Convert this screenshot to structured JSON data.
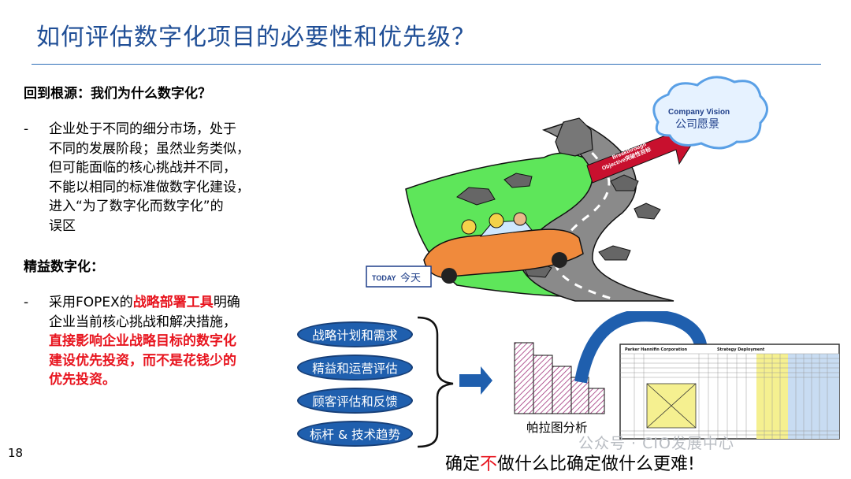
{
  "title": "如何评估数字化项目的必要性和优先级？",
  "section1": {
    "heading": "回到根源：我们为什么数字化？",
    "bullet_dash": "-",
    "lines": [
      "企业处于不同的细分市场，处于",
      "不同的发展阶段；虽然业务类似，",
      "但可能面临的核心挑战并不同，",
      "不能以相同的标准做数字化建设，",
      "进入“为了数字化而数字化”的",
      "误区"
    ]
  },
  "section2": {
    "heading": "精益数字化：",
    "bullet_dash": "-",
    "line1_prefix": "采用FOPEX的",
    "line1_highlight": "战略部署工具",
    "line1_suffix": "明确",
    "line2": "企业当前核心挑战和解决措施，",
    "red_lines": [
      "直接影响企业战略目标的数字化",
      "建设优先投资，而不是花钱少的",
      "优先投资。"
    ]
  },
  "illustration": {
    "cloud_en": "Company Vision",
    "cloud_zh": "公司愿景",
    "arrow_en_1": "Breakthrough",
    "arrow_en_2": "Objective",
    "arrow_zh": "突破性目标",
    "today_en": "TODAY",
    "today_zh": "今天"
  },
  "pills": [
    "战略计划和需求",
    "精益和运营评估",
    "顾客评估和反馈",
    "标杆 & 技术趋势"
  ],
  "pareto_label": "帕拉图分析",
  "matrix": {
    "header": "Parker Hannifin Corporation",
    "header_right": "Strategy Deployment"
  },
  "watermark": "公众号 · CIO发展中心",
  "conclusion": {
    "prefix": "确定",
    "highlight": "不",
    "suffix": "做什么比确定做什么更难!"
  },
  "page_number": "18",
  "colors": {
    "title": "#1f4e96",
    "accent_red": "#e8141e",
    "pill_fill": "#1f5fae",
    "arrow_red": "#c8102e"
  }
}
